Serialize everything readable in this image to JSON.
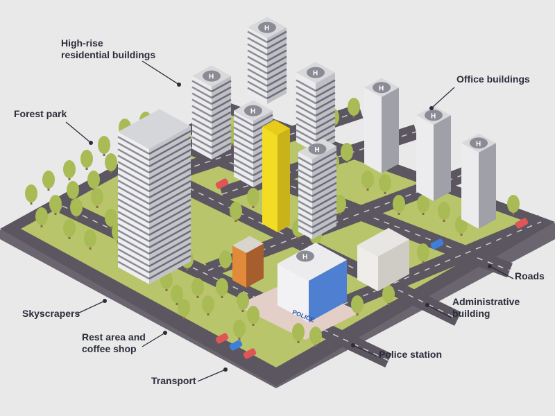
{
  "labels": {
    "high_rise": [
      "High-rise",
      "residential buildings"
    ],
    "forest_park": "Forest park",
    "office_buildings": "Office buildings",
    "roads": "Roads",
    "administrative": [
      "Administrative",
      "building"
    ],
    "police_station": "Police station",
    "skyscrapers": "Skyscrapers",
    "rest_area": [
      "Rest area and",
      "coffee shop"
    ],
    "transport": "Transport"
  },
  "signs": {
    "police": "POLICE",
    "helipad": "H"
  },
  "colors": {
    "background": "#e9e9ea",
    "grass": "#b9c56b",
    "road": "#5b5660",
    "sidewalk": "#e3cfc8",
    "label_text": "#2b2d3a",
    "leader_line": "#2b2d3a",
    "hospital_yellow": "#f2dc24",
    "police_blue": "#4f7fd0",
    "tree": "#a9bb55",
    "trunk": "#8a6a4a"
  }
}
